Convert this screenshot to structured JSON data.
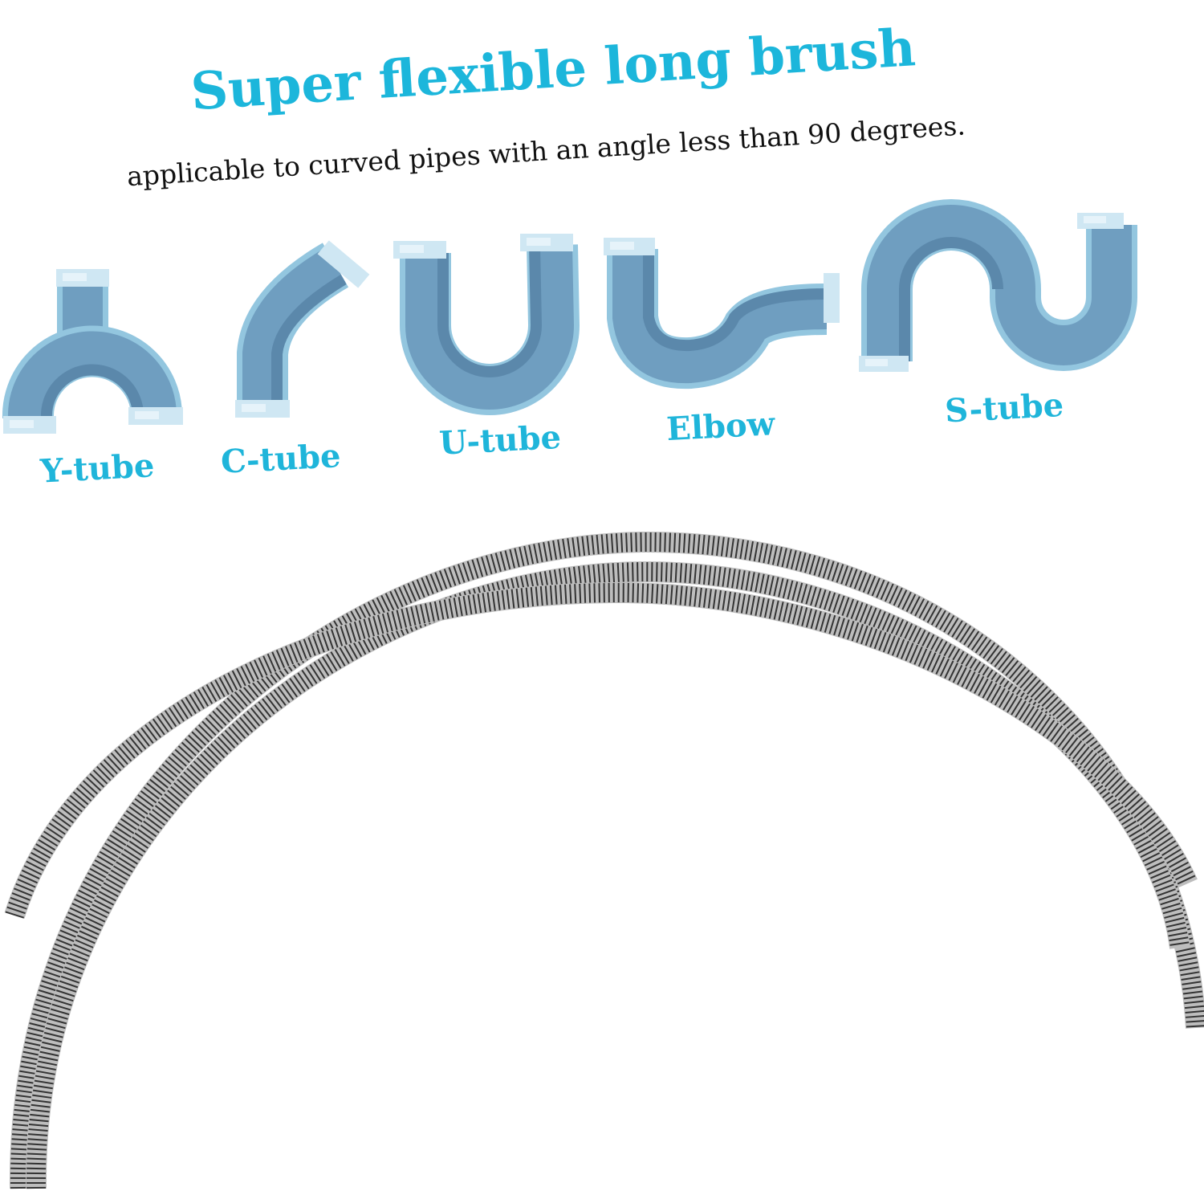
{
  "heading": {
    "title": "Super flexible long brush",
    "subtitle": "applicable to curved pipes with an angle less than 90 degrees."
  },
  "pipes": [
    {
      "label": "Y-tube",
      "icon": "y-tube-pipe-icon"
    },
    {
      "label": "C-tube",
      "icon": "c-tube-pipe-icon"
    },
    {
      "label": "U-tube",
      "icon": "u-tube-pipe-icon"
    },
    {
      "label": "Elbow",
      "icon": "elbow-pipe-icon"
    },
    {
      "label": "S-tube",
      "icon": "s-tube-pipe-icon"
    }
  ],
  "colors": {
    "accent": "#1cb6db",
    "pipe": "#6f9ec0",
    "pipe_light": "#93c6df",
    "cap": "#cfe7f3"
  },
  "product": {
    "icon": "spring-coil-brush-image"
  }
}
